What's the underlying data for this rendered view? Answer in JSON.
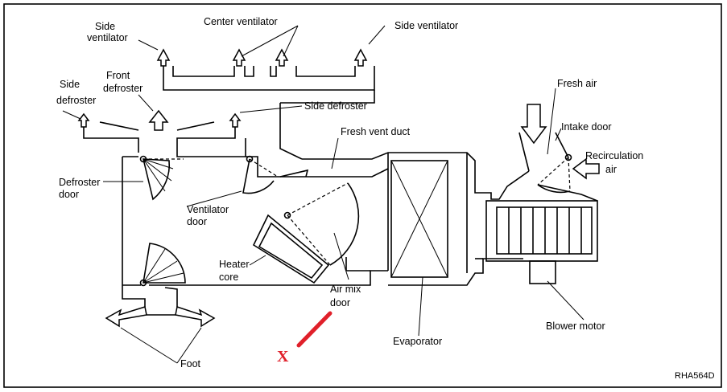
{
  "labels": {
    "side_ventilator_left_1": "Side",
    "side_ventilator_left_2": "ventilator",
    "center_ventilator": "Center ventilator",
    "side_ventilator_right": "Side ventilator",
    "side_defroster_left_1": "Side",
    "side_defroster_left_2": "defroster",
    "front_defroster_1": "Front",
    "front_defroster_2": "defroster",
    "side_defroster_right": "Side defroster",
    "fresh_vent_duct": "Fresh vent duct",
    "fresh_air": "Fresh air",
    "intake_door": "Intake door",
    "recirculation_1": "Recirculation",
    "recirculation_2": "air",
    "defroster_door_1": "Defroster",
    "defroster_door_2": "door",
    "ventilator_door_1": "Ventilator",
    "ventilator_door_2": "door",
    "heater_core_1": "Heater",
    "heater_core_2": "core",
    "air_mix_door_1": "Air mix",
    "air_mix_door_2": "door",
    "evaporator": "Evaporator",
    "blower_motor": "Blower motor",
    "foot": "Foot"
  },
  "reference_code": "RHA564D",
  "annotation": {
    "mark_text": "X",
    "color": "#e0202a"
  }
}
